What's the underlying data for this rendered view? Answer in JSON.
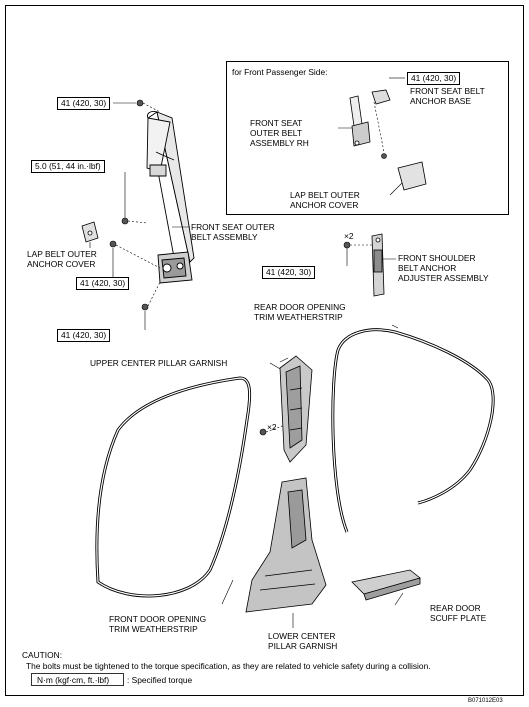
{
  "diagram": {
    "inset_title": "for Front Passenger Side:",
    "torque": {
      "t41_top": "41 (420, 30)",
      "t5": "5.0 (51, 44 in.·lbf)",
      "t41_mid": "41 (420, 30)",
      "t41_low": "41 (420, 30)",
      "t41_inset": "41 (420, 30)",
      "t41_shoulder": "41 (420, 30)"
    },
    "qty": {
      "shoulder_bolt": "×2",
      "pillar_clip": "×2"
    },
    "labels": {
      "front_seat_belt_anchor_base": [
        "FRONT SEAT BELT",
        "ANCHOR BASE"
      ],
      "front_seat_outer_belt_assembly_rh": [
        "FRONT SEAT",
        "OUTER BELT",
        "ASSEMBLY RH"
      ],
      "lap_belt_outer_anchor_cover_inset": [
        "LAP BELT OUTER",
        "ANCHOR COVER"
      ],
      "front_seat_outer_belt_assembly": [
        "FRONT SEAT OUTER",
        "BELT ASSEMBLY"
      ],
      "lap_belt_outer_anchor_cover": [
        "LAP BELT OUTER",
        "ANCHOR COVER"
      ],
      "front_shoulder_belt_anchor_adjuster": [
        "FRONT SHOULDER",
        "BELT ANCHOR",
        "ADJUSTER ASSEMBLY"
      ],
      "rear_door_opening_trim_weatherstrip": [
        "REAR DOOR OPENING",
        "TRIM WEATHERSTRIP"
      ],
      "upper_center_pillar_garnish": [
        "UPPER CENTER PILLAR GARNISH"
      ],
      "front_door_opening_trim_weatherstrip": [
        "FRONT DOOR OPENING",
        "TRIM WEATHERSTRIP"
      ],
      "lower_center_pillar_garnish": [
        "LOWER CENTER",
        "PILLAR GARNISH"
      ],
      "rear_door_scuff_plate": [
        "REAR DOOR",
        "SCUFF PLATE"
      ]
    },
    "caution": {
      "title": "CAUTION:",
      "text": "The bolts must be tightened to the torque specification, as they are related to vehicle safety during a collision."
    },
    "legend": {
      "unit": "N·m (kgf·cm, ft.·lbf)",
      "meaning": ": Specified torque"
    },
    "code": "B071012E03"
  }
}
